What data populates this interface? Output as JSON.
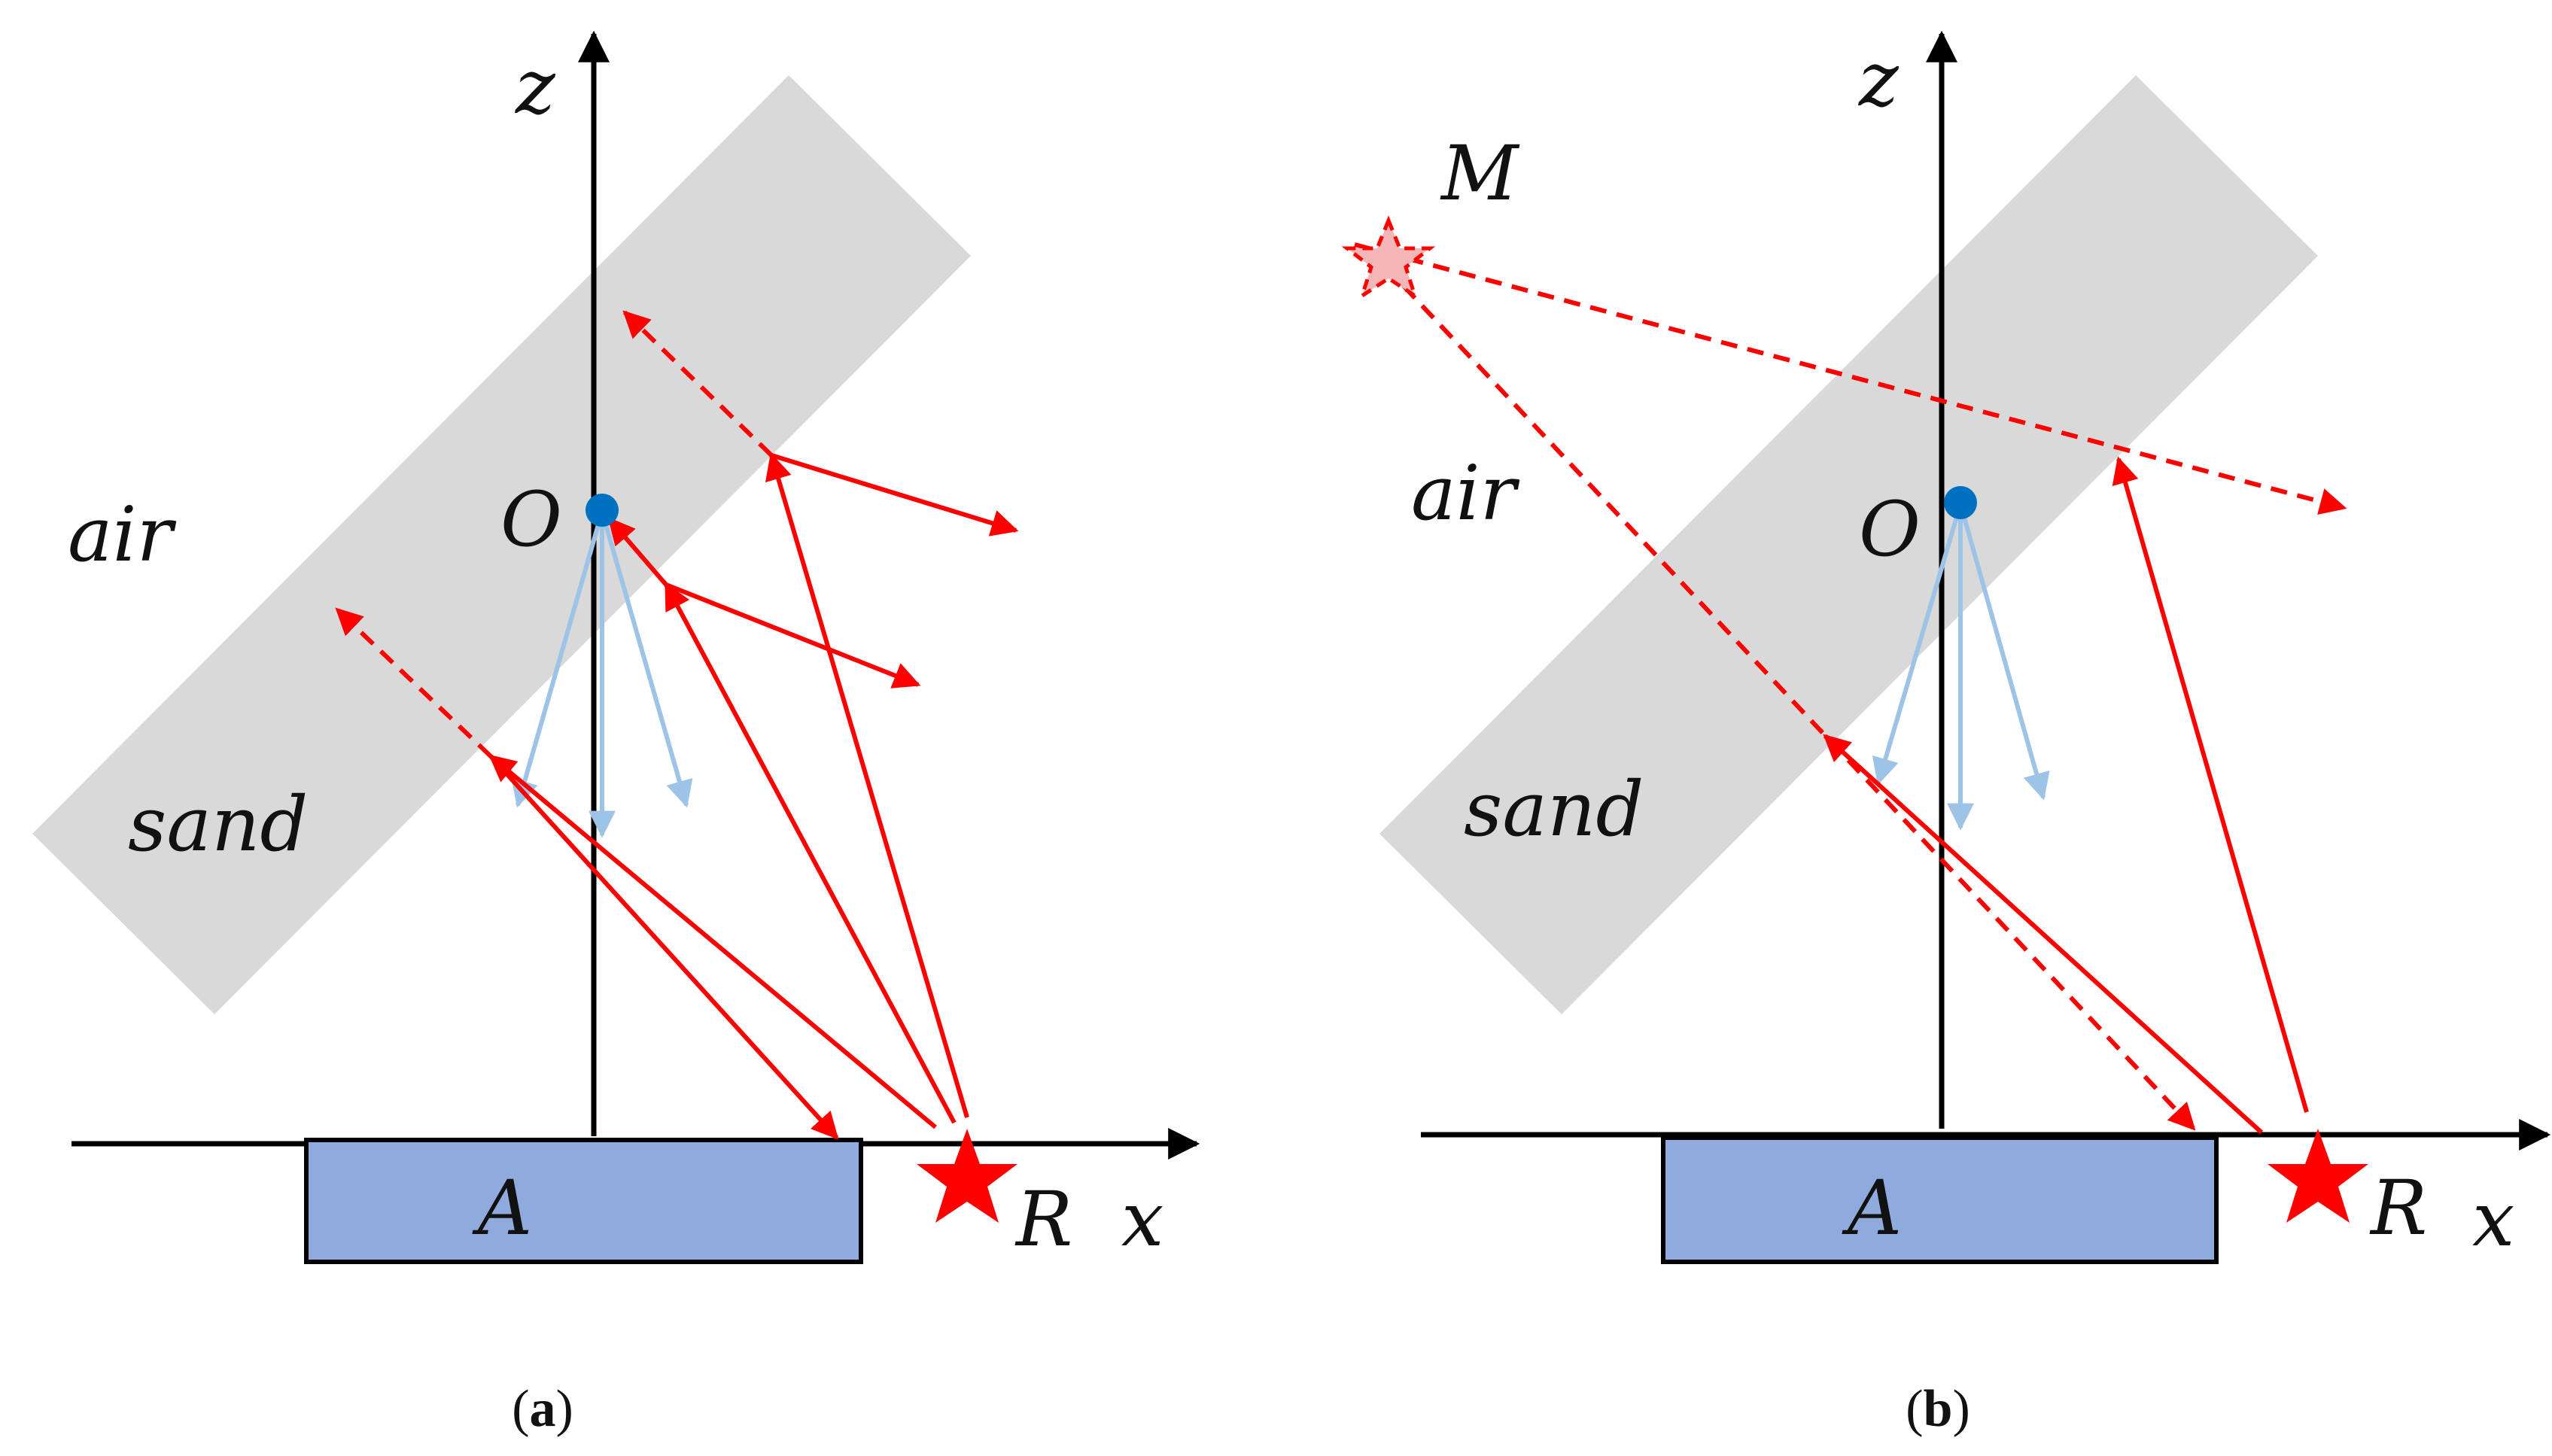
{
  "panels": [
    {
      "caption": {
        "open": "(",
        "letter": "a",
        "close": ")"
      },
      "labels": {
        "z": "z",
        "x": "x",
        "O": "O",
        "R": "R",
        "A": "A",
        "air": "air",
        "sand": "sand"
      }
    },
    {
      "caption": {
        "open": "(",
        "letter": "b",
        "close": ")"
      },
      "labels": {
        "z": "z",
        "x": "x",
        "O": "O",
        "R": "R",
        "A": "A",
        "M": "M",
        "air": "air",
        "sand": "sand"
      }
    }
  ],
  "colors": {
    "axis": "#000000",
    "sand_band": "#d9d9d9",
    "receiver_box": "#8faadc",
    "red_ray": "#ff0000",
    "blue_ray": "#9dc3e6",
    "point_O": "#0070c0",
    "mirror_star": "#f4b6b6"
  }
}
